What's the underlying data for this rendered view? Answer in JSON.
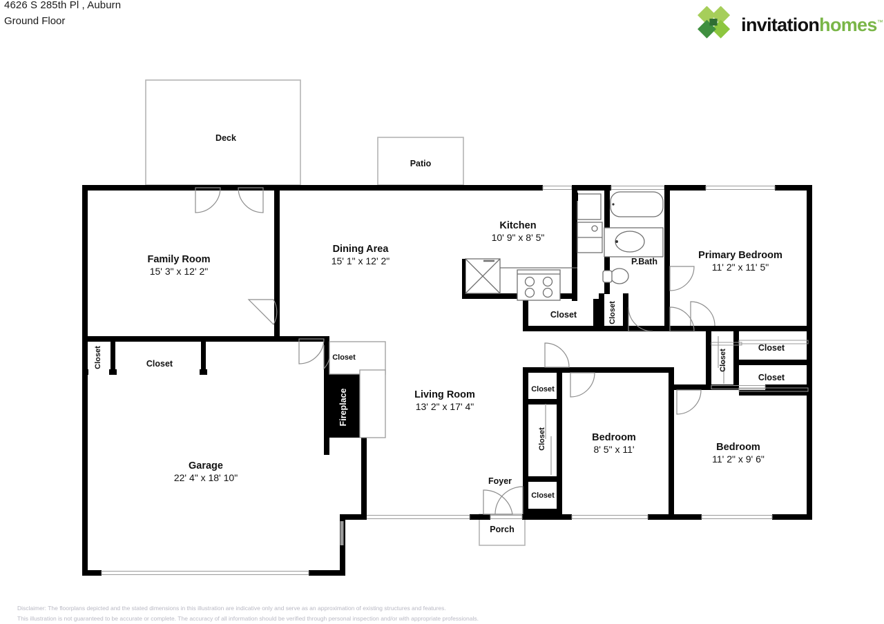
{
  "header": {
    "address": "4626 S 285th Pl , Auburn",
    "floor": "Ground Floor"
  },
  "brand": {
    "logo_icon": "invitation-homes-diamond-logo",
    "name_part1": "invitation",
    "name_part2": "homes",
    "trademark": "™",
    "green": "#7ab648",
    "dark_green": "#3f8f3f",
    "mid_green": "#5aa84b",
    "light_green": "#a6ce5a",
    "black": "#111111"
  },
  "plan": {
    "title": "Ground Floor Plan",
    "rooms": [
      {
        "name": "Deck",
        "dim": ""
      },
      {
        "name": "Patio",
        "dim": ""
      },
      {
        "name": "Family Room",
        "dim": "15' 3\" x 12' 2\""
      },
      {
        "name": "Dining Area",
        "dim": "15' 1\" x 12' 2\""
      },
      {
        "name": "Kitchen",
        "dim": "10' 9\" x 8' 5\""
      },
      {
        "name": "P.Bath",
        "dim": ""
      },
      {
        "name": "Primary Bedroom",
        "dim": "11' 2\" x 11' 5\""
      },
      {
        "name": "Living Room",
        "dim": "13' 2\" x 17' 4\""
      },
      {
        "name": "Bedroom",
        "dim": "8' 5\" x 11'"
      },
      {
        "name": "Bedroom",
        "dim": "11' 2\" x 9' 6\""
      },
      {
        "name": "Garage",
        "dim": "22' 4\" x 18' 10\""
      },
      {
        "name": "Foyer",
        "dim": ""
      },
      {
        "name": "Porch",
        "dim": ""
      }
    ],
    "closets": [
      {
        "label": "Closet",
        "orientation": "vertical",
        "area": "family-room-left"
      },
      {
        "label": "Closet",
        "orientation": "horizontal",
        "area": "family-room"
      },
      {
        "label": "Closet",
        "orientation": "horizontal",
        "area": "living-room-top"
      },
      {
        "label": "Closet",
        "orientation": "horizontal",
        "area": "kitchen-south"
      },
      {
        "label": "Closet",
        "orientation": "vertical",
        "area": "hall-bath"
      },
      {
        "label": "Closet",
        "orientation": "vertical",
        "area": "primary-bedroom-south"
      },
      {
        "label": "Closet",
        "orientation": "horizontal",
        "area": "right-upper"
      },
      {
        "label": "Closet",
        "orientation": "horizontal",
        "area": "right-lower"
      },
      {
        "label": "Closet",
        "orientation": "horizontal",
        "area": "bedroom2-top"
      },
      {
        "label": "Closet",
        "orientation": "vertical",
        "area": "bedroom2-mid"
      },
      {
        "label": "Closet",
        "orientation": "horizontal",
        "area": "foyer"
      }
    ],
    "features": [
      {
        "label": "Fireplace",
        "orientation": "vertical",
        "style": "white-on-black"
      }
    ],
    "fixtures": [
      "bathtub",
      "bath-sink",
      "toilet",
      "kitchen-sink",
      "range-cooktop",
      "dishwasher",
      "refrigerator"
    ]
  },
  "disclaimer": {
    "line1": "Disclaimer: The floorplans depicted and the stated dimensions in this illustration are indicative only and serve as an approximation of existing structures and features.",
    "line2": "This illustration is not guaranteed to be accurate or complete. The accuracy of all information should be verified through personal inspection and/or with appropriate professionals."
  }
}
